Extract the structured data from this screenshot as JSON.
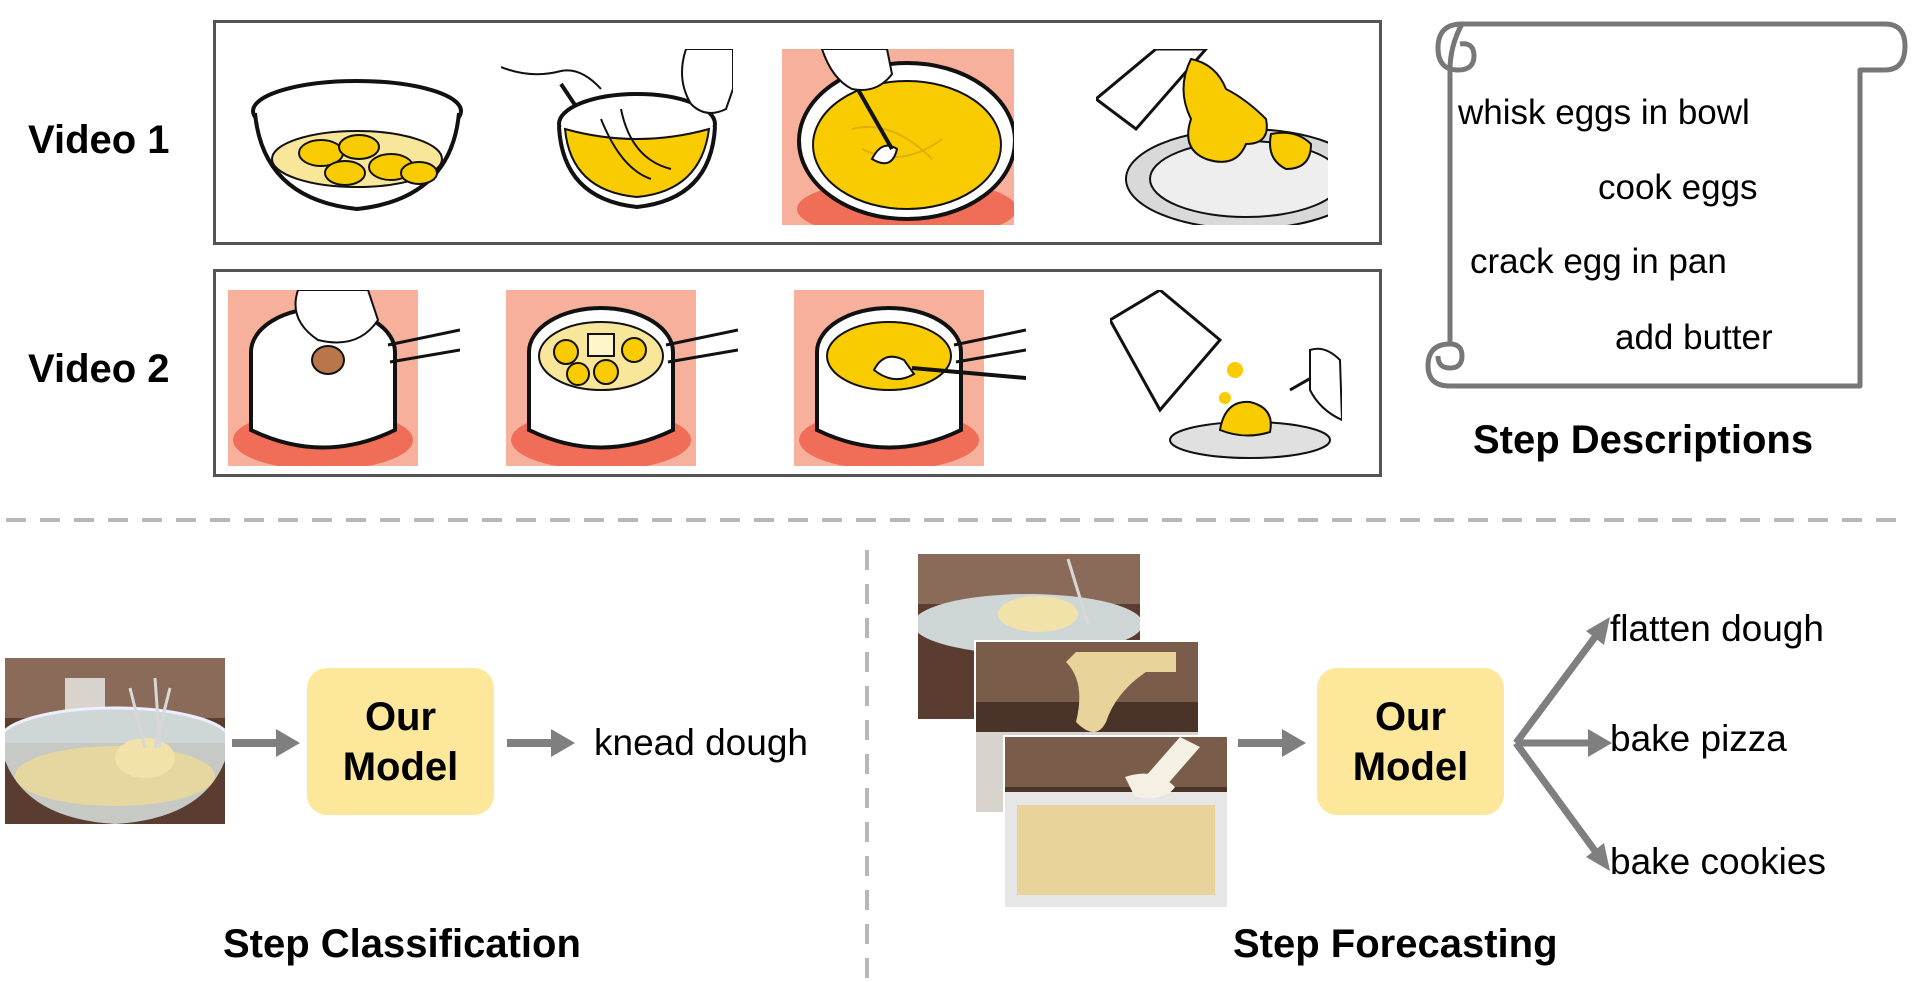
{
  "videos": [
    {
      "label": "Video 1"
    },
    {
      "label": "Video 2"
    }
  ],
  "steps_scroll": {
    "items": [
      "whisk eggs in bowl",
      "cook eggs",
      "crack egg in pan",
      "add butter"
    ],
    "title": "Step Descriptions"
  },
  "classification": {
    "model_line1": "Our",
    "model_line2": "Model",
    "output": "knead dough",
    "title": "Step Classification"
  },
  "forecasting": {
    "model_line1": "Our",
    "model_line2": "Model",
    "outputs": [
      "flatten dough",
      "bake pizza",
      "bake cookies"
    ],
    "title": "Step Forecasting"
  },
  "colors": {
    "frame_border": "#555555",
    "model_box": "#fde79a",
    "arrow": "#7f7f7f",
    "egg_yellow": "#f8cc00",
    "burner_pink": "#f6b09c",
    "divider": "#b8b8b8"
  }
}
